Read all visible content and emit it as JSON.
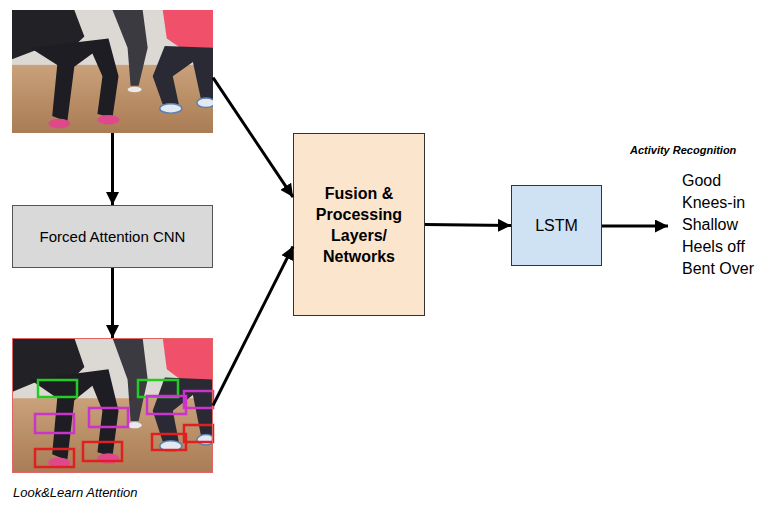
{
  "diagram": {
    "nodes": [
      {
        "text": []
      },
      {
        "text": [
          "Forced Attention CNN"
        ]
      },
      {
        "text": [
          "Look&Learn Attention"
        ]
      },
      {
        "text": [
          "Fusion & Processing Layers/ Networks"
        ]
      },
      {
        "text": [
          "LSTM"
        ]
      }
    ],
    "edges": [
      {
        "from": 0,
        "to": 1,
        "arrow": "to"
      },
      {
        "from": 1,
        "to": 2,
        "arrow": "to"
      },
      {
        "from": 0,
        "to": 3,
        "arrow": "to"
      },
      {
        "from": 2,
        "to": 3,
        "arrow": "to"
      },
      {
        "from": 3,
        "to": 4,
        "arrow": "to"
      }
    ],
    "labels": [
      "Activity Recognition",
      "Good",
      "Knees-in",
      "Shallow",
      "Heels off",
      "Bent Over"
    ]
  }
}
